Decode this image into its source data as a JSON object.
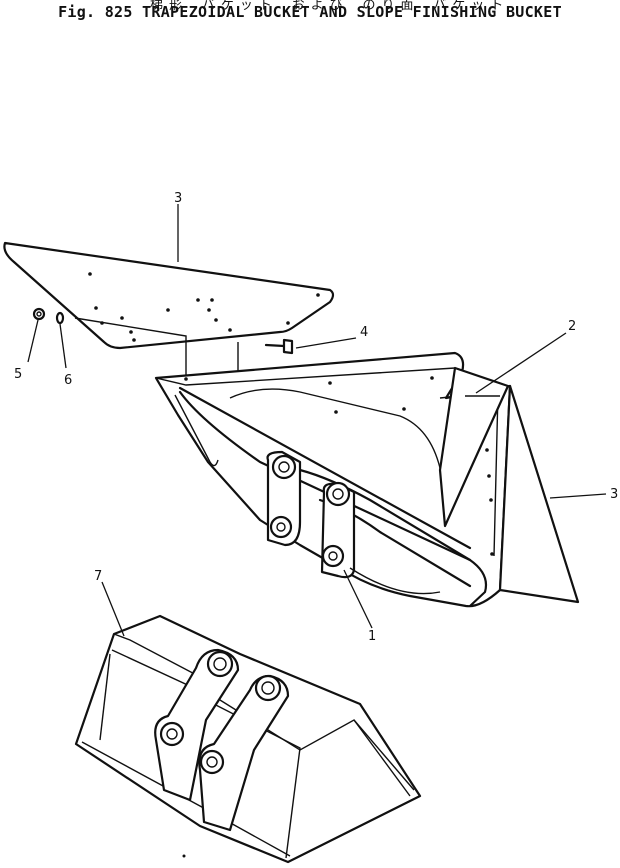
{
  "header": {
    "japanese_title": "梯形 バケット および のり面 バケット",
    "figure_title": "Fig. 825  TRAPEZOIDAL BUCKET AND SLOPE FINISHING BUCKET"
  },
  "callouts": {
    "c1": "1",
    "c2": "2",
    "c3_top": "3",
    "c3_right": "3",
    "c4": "4",
    "c5": "5",
    "c6": "6",
    "c7": "7"
  }
}
